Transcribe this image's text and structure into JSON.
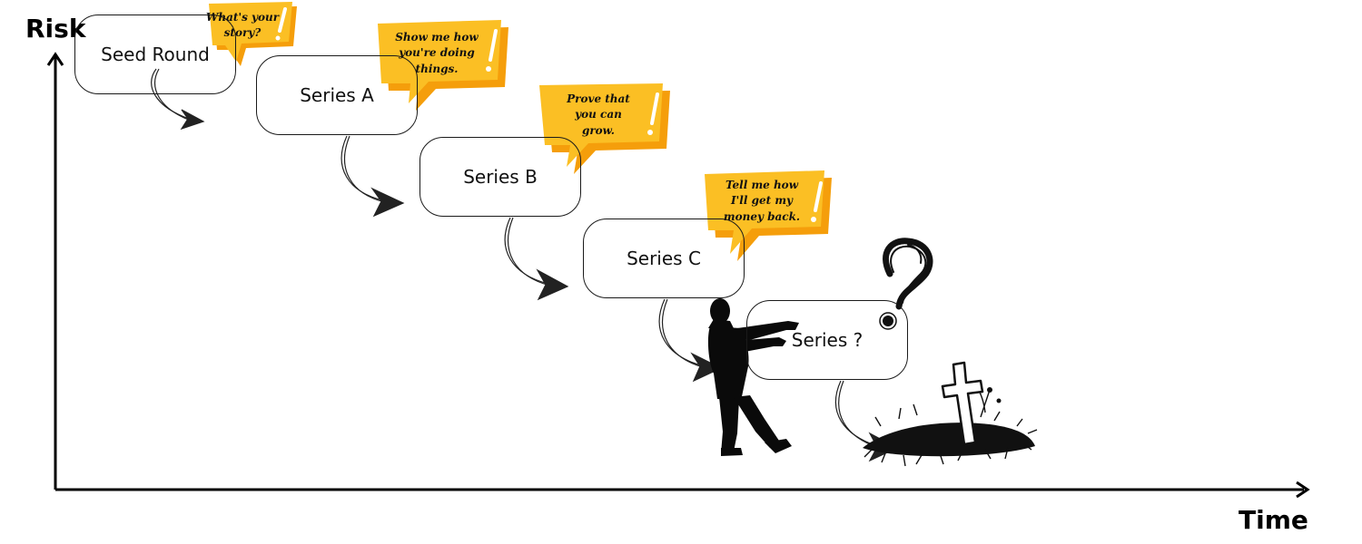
{
  "axes": {
    "y_label": "Risk",
    "x_label": "Time"
  },
  "stages": [
    {
      "label": "Seed Round",
      "bubble": "What's your\nstory?"
    },
    {
      "label": "Series A",
      "bubble": "Show me how\nyou're doing\nthings."
    },
    {
      "label": "Series B",
      "bubble": "Prove that\nyou can\ngrow."
    },
    {
      "label": "Series C",
      "bubble": "Tell me how\nI'll get my\nmoney back."
    },
    {
      "label": "Series ?",
      "bubble": ""
    }
  ],
  "colors": {
    "bubble_fill": "#FBBF24",
    "bubble_shadow": "#F59E0B",
    "ink": "#111111"
  },
  "icons": [
    "zombie-silhouette-icon",
    "question-mark-icon",
    "grave-cross-icon"
  ]
}
